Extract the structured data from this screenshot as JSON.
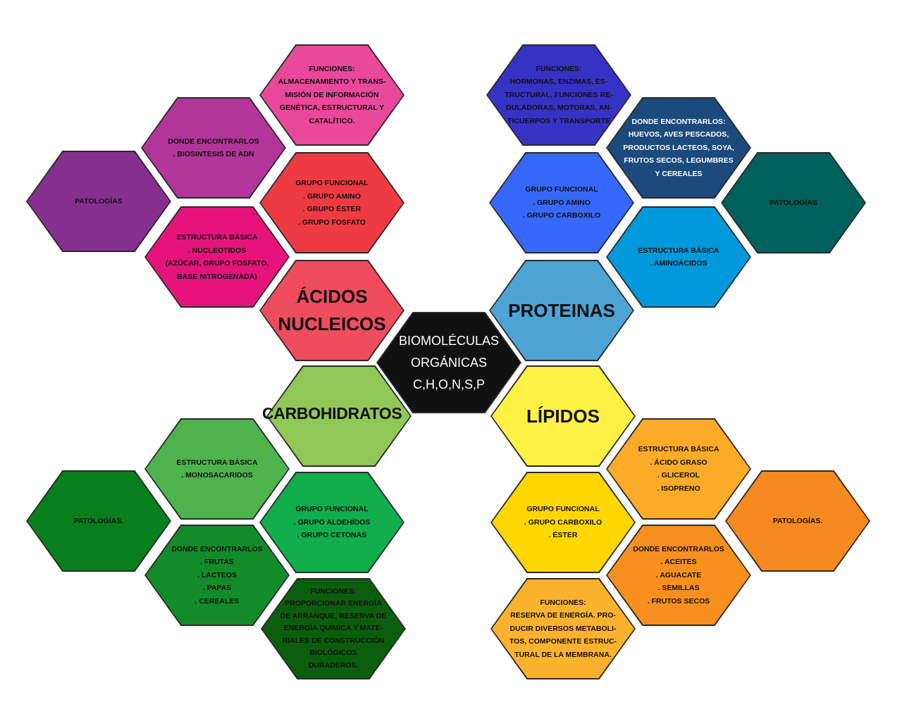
{
  "center": {
    "text": "BIOMOLÉCULAS\nORGÁNICAS\n  C,H,O,N,S,P",
    "color": "#111111"
  },
  "acidos": {
    "title": {
      "text": "ÁCIDOS\nNUCLEICOS",
      "color": "#ef4c5e"
    },
    "funciones": {
      "text": "FUNCIONES:\nALMACENAMIENTO Y TRANS-\nMISIÓN DE INFORMACIÓN\nGENÉTICA, ESTRUCTURAL Y\nCATALÍTICO.",
      "color": "#e9489b"
    },
    "donde": {
      "text": "DONDE ENCONTRARLOS\n.   BIOSINTESIS DE ADN",
      "color": "#b2359a"
    },
    "patologias": {
      "text": "PATOLOGÍAS",
      "color": "#85308f"
    },
    "grupo": {
      "text": "GRUPO FUNCIONAL\n.   GRUPO AMINO\n.   GRUPO ÉSTER\n.   GRUPO FOSFATO",
      "color": "#ee3b43"
    },
    "estructura": {
      "text": "ESTRUCTURA BÁSICA\n.   NUCLEOTIDOS\n(AZÚCAR, GRUPO FOSFATO,\nBASE NITROGENADA)",
      "color": "#e6147a"
    }
  },
  "proteinas": {
    "title": {
      "text": "PROTEINAS",
      "color": "#4da4d4"
    },
    "funciones": {
      "text": "FUNCIONES:\nHORMONAS, ENZIMAS, ES-\nTRUCTURAL, FUNCIONES RE-\nGULADORAS, MOTORAS, AN-\nTICUERPOS Y TRANSPORTE",
      "color": "#3632c4"
    },
    "donde": {
      "text": "DONDE ENCONTRARLOS:\nHUEVOS, AVES PESCADOS,\nPRODUCTOS LACTEOS, SOYA,\nFRUTOS SECOS, LEGUMBRES\nY CEREALES",
      "color": "#1c4a7c"
    },
    "patologias": {
      "text": "PATOLOGÍAS",
      "color": "#00605c"
    },
    "grupo": {
      "text": "GRUPO FUNCIONAL\n.   GRUPO AMINO\n.   GRUPO CARBOXILO",
      "color": "#3768fc"
    },
    "estructura": {
      "text": "ESTRUCTURA BÁSICA\n.   AMINOÁCIDOS",
      "color": "#0199db"
    }
  },
  "carbohidratos": {
    "title": {
      "text": "CARBOHIDRATOS",
      "color": "#8fc857"
    },
    "estructura": {
      "text": "ESTRUCTURA BÁSICA\n.   MONOSACARIDOS",
      "color": "#4fb34d"
    },
    "patologias": {
      "text": "PATOLOGÍAS.",
      "color": "#087f1c"
    },
    "grupo": {
      "text": "GRUPO FUNCIONAL\n.   GRUPO ALDEHÍDOS\n.   GRUPO CETONAS",
      "color": "#10ae4c"
    },
    "donde": {
      "text": "DONDE  ENCONTRARLOS\n.   FRUTAS\n.   LACTEOS\n.   PAPAS\n.   CEREALES",
      "color": "#128c28"
    },
    "funciones": {
      "text": "FUNCIONES:\nPROPORCIONAR ENERGÍA\nDE ARRANQUE, RESERVA DE\nENERGÍA QUÍMICA Y MATE-\nRIALES DE CONSTRUCCIÓN\nBIOLÓGICOS\nDURADEROS.",
      "color": "#0b5e0d"
    }
  },
  "lipidos": {
    "title": {
      "text": "LÍPIDOS",
      "color": "#fff244"
    },
    "estructura": {
      "text": "ESTRUCTURA BÁSICA\n.   ÁCIDO GRASO\n.   GLICEROL\n.   ISOPRENO",
      "color": "#fbab28"
    },
    "patologias": {
      "text": "PATOLOGÍAS.",
      "color": "#f6891f"
    },
    "grupo": {
      "text": "GRUPO FUNCIONAL\n.   GRUPO CARBOXILO\n.   ÉSTER",
      "color": "#fed600"
    },
    "donde": {
      "text": "DONDE  ENCONTRARLOS\n.   ACEITES\n.   AGUACATE\n.   SEMILLAS\n.   FRUTOS SECOS",
      "color": "#f7901e"
    },
    "funciones": {
      "text": "FUNCIONES:\nRESERVA DE ENERGÍA. PRO-\nDUCIR DIVERSOS METABOLI-\nTOS, COMPONENTE ESTRUC-\nTURAL DE LA MEMBRANA.",
      "color": "#fbb22f"
    }
  }
}
